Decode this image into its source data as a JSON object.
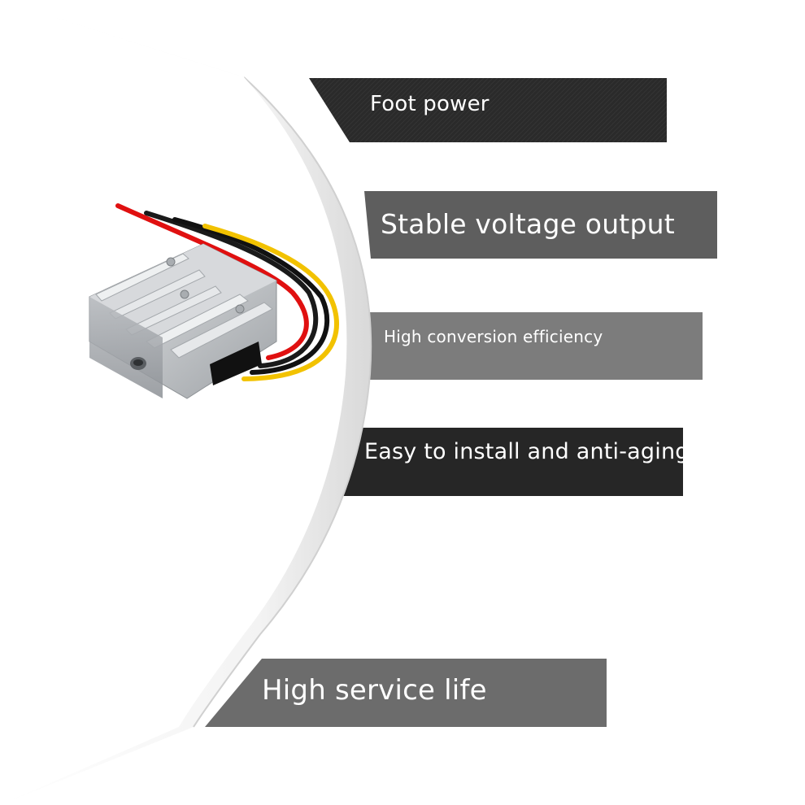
{
  "banners": [
    {
      "text": "Foot power"
    },
    {
      "text": "Stable voltage output"
    },
    {
      "text": "High conversion efficiency"
    },
    {
      "text": "Easy to install and anti-aging"
    },
    {
      "text": "High service life"
    }
  ],
  "colors": {
    "dark_banner": "#262626",
    "mid_banner": "#5c5c5c",
    "light_banner": "#7a7a7a",
    "wire_red": "#e01010",
    "wire_black": "#1a1a1a",
    "wire_yellow": "#f2c200",
    "housing_aluminum": "#c9cbce"
  },
  "product_image": {
    "name": "dc-dc-converter-module"
  }
}
